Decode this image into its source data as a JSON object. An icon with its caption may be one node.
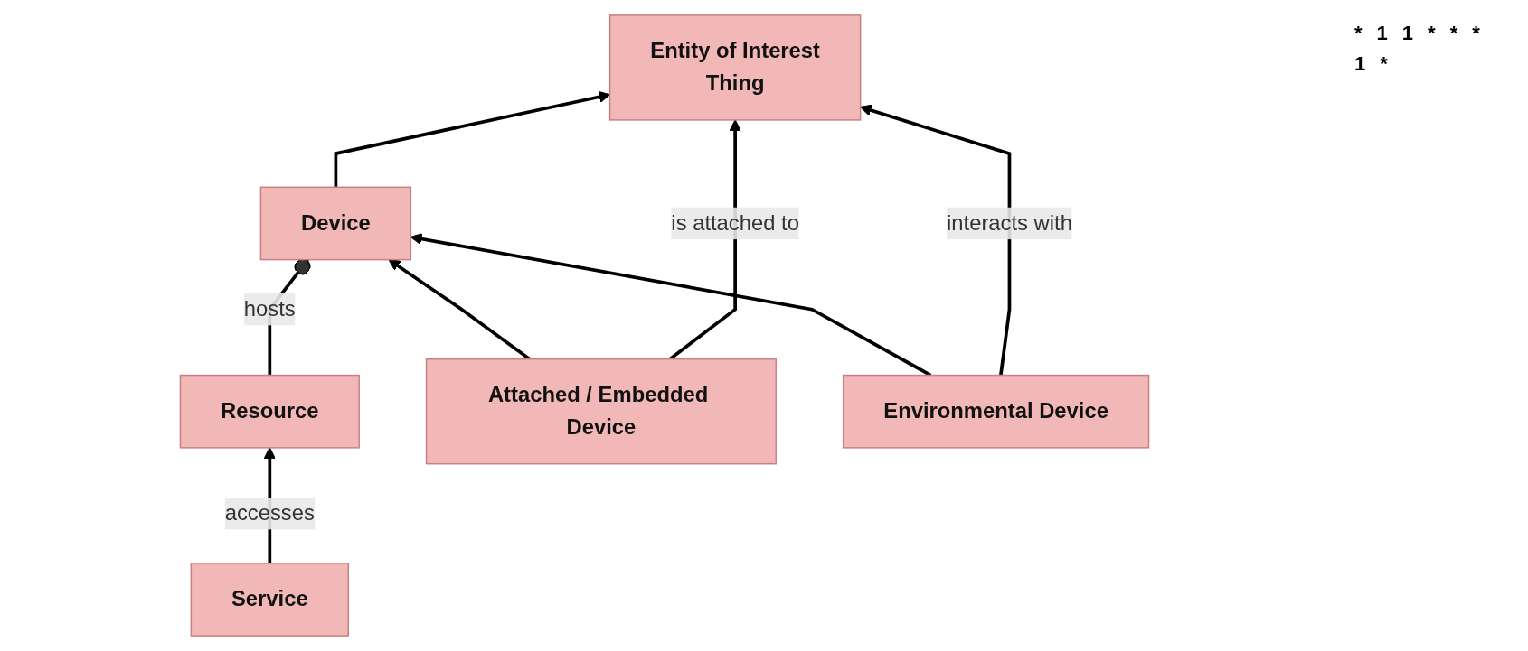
{
  "diagram": {
    "nodes": [
      {
        "text": [
          "Entity of Interest",
          "Thing"
        ]
      },
      {
        "text": [
          "Device"
        ]
      },
      {
        "text": [
          "Resource"
        ]
      },
      {
        "text": [
          "Attached / Embedded Device"
        ]
      },
      {
        "text": [
          "Environmental Device"
        ]
      },
      {
        "text": [
          "Service"
        ]
      }
    ],
    "edges": [
      {
        "from": 4,
        "to": 0,
        "arrow": "to",
        "label": "interacts with"
      },
      {
        "from": 3,
        "to": 0,
        "arrow": "to",
        "label": "is attached to"
      },
      {
        "from": 1,
        "to": 0,
        "arrow": "to"
      },
      {
        "from": 3,
        "to": 1,
        "arrow": "to"
      },
      {
        "from": 4,
        "to": 1,
        "arrow": "to"
      },
      {
        "from": 2,
        "to": 1,
        "arrow": "other",
        "label": "hosts"
      },
      {
        "from": 5,
        "to": 2,
        "arrow": "to",
        "label": "accesses"
      }
    ],
    "labels": [
      "*",
      "1",
      "1",
      "*",
      "*",
      "*",
      "1",
      "*"
    ]
  }
}
